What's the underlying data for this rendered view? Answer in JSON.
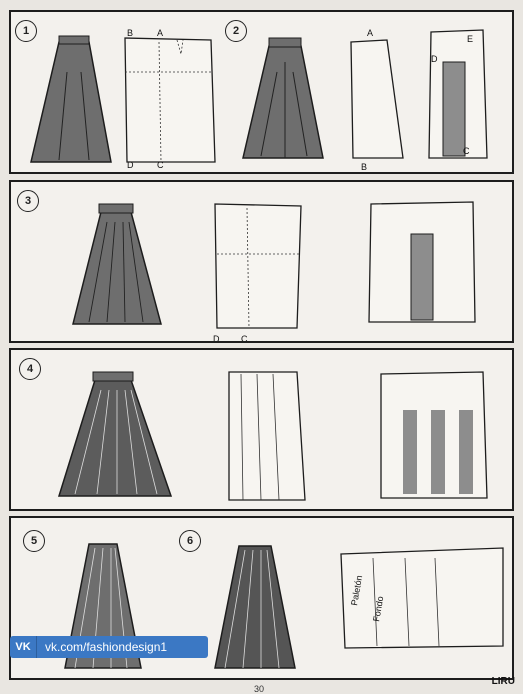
{
  "steps": [
    {
      "number": "1"
    },
    {
      "number": "2"
    },
    {
      "number": "3"
    },
    {
      "number": "4"
    },
    {
      "number": "5"
    },
    {
      "number": "6"
    }
  ],
  "pattern_labels": {
    "step1": {
      "a": "A",
      "b": "B",
      "c": "C",
      "d": "D"
    },
    "step2": {
      "a": "A",
      "b": "B",
      "c": "C",
      "d": "D",
      "e": "E"
    },
    "step3": {
      "c": "C",
      "d": "D"
    },
    "step6": {
      "paleton": "Paletón",
      "fondo": "Fondo"
    }
  },
  "watermark": {
    "logo": "VK",
    "url": "vk.com/fashiondesign1"
  },
  "corner_text": "LIRU",
  "page_number": "30",
  "colors": {
    "skirt": "#6e6e6e",
    "shade": "#8d8d8d",
    "ink": "#1d1d1d",
    "vk": "#3b78c4"
  }
}
